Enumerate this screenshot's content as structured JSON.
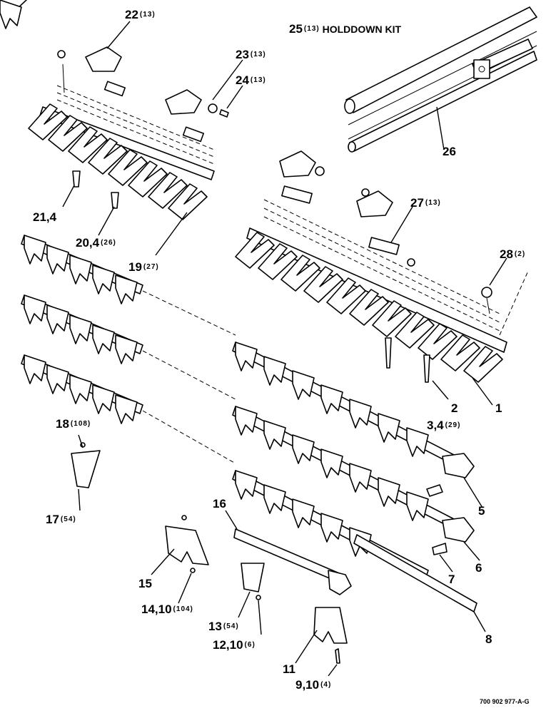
{
  "callouts": [
    {
      "id": "22",
      "label": "22",
      "qty": "(13)"
    },
    {
      "id": "25",
      "label": "25",
      "qty": "(13)",
      "text": "HOLDDOWN KIT"
    },
    {
      "id": "23",
      "label": "23",
      "qty": "(13)"
    },
    {
      "id": "24",
      "label": "24",
      "qty": "(13)"
    },
    {
      "id": "26",
      "label": "26",
      "qty": ""
    },
    {
      "id": "27",
      "label": "27",
      "qty": "(13)"
    },
    {
      "id": "21",
      "label": "21,4",
      "qty": ""
    },
    {
      "id": "20",
      "label": "20,4",
      "qty": "(26)"
    },
    {
      "id": "19",
      "label": "19",
      "qty": "(27)"
    },
    {
      "id": "28",
      "label": "28",
      "qty": "(2)"
    },
    {
      "id": "2",
      "label": "2",
      "qty": ""
    },
    {
      "id": "1",
      "label": "1",
      "qty": ""
    },
    {
      "id": "3",
      "label": "3,4",
      "qty": "(29)"
    },
    {
      "id": "18",
      "label": "18",
      "qty": "(108)"
    },
    {
      "id": "17",
      "label": "17",
      "qty": "(54)"
    },
    {
      "id": "5",
      "label": "5",
      "qty": ""
    },
    {
      "id": "16",
      "label": "16",
      "qty": ""
    },
    {
      "id": "6",
      "label": "6",
      "qty": ""
    },
    {
      "id": "7",
      "label": "7",
      "qty": ""
    },
    {
      "id": "15",
      "label": "15",
      "qty": ""
    },
    {
      "id": "14",
      "label": "14,10",
      "qty": "(104)"
    },
    {
      "id": "13",
      "label": "13",
      "qty": "(54)"
    },
    {
      "id": "12",
      "label": "12,10",
      "qty": "(6)"
    },
    {
      "id": "8",
      "label": "8",
      "qty": ""
    },
    {
      "id": "11",
      "label": "11",
      "qty": ""
    },
    {
      "id": "9",
      "label": "9,10",
      "qty": "(4)"
    }
  ],
  "footer": "700 902 977-A-G"
}
